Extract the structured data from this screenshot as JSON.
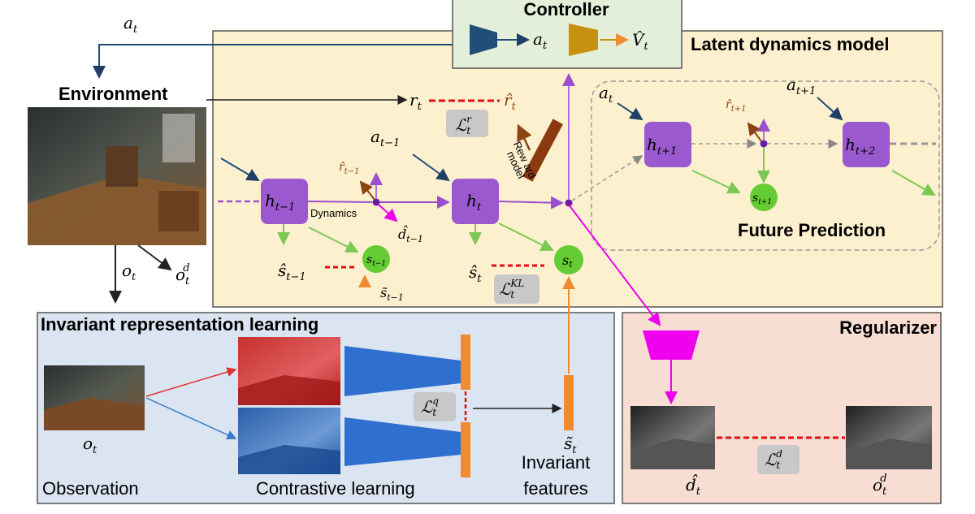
{
  "controller": {
    "title": "Controller",
    "action": "a",
    "action_sub": "t",
    "value": "V̂",
    "value_sub": "t"
  },
  "latent": {
    "title": "Latent dynamics model"
  },
  "environment": {
    "label": "Environment",
    "action": "a",
    "action_sub": "t",
    "obs": "o",
    "obs_sub": "t",
    "depth": "o",
    "depth_sub": "t",
    "depth_sup": "d"
  },
  "nodes": {
    "h_prev": {
      "base": "h",
      "sub": "t−1"
    },
    "h_t": {
      "base": "h",
      "sub": "t"
    },
    "h_next": {
      "base": "h",
      "sub": "t+1"
    },
    "h_next2": {
      "base": "h",
      "sub": "t+2"
    },
    "s_prev": {
      "base": "s",
      "sub": "t−1"
    },
    "s_t": {
      "base": "s",
      "sub": "t"
    },
    "s_next": {
      "base": "s",
      "sub": "t+1"
    }
  },
  "labels": {
    "r_t": {
      "base": "r",
      "sub": "t"
    },
    "r_hat_t": {
      "base": "r̂",
      "sub": "t"
    },
    "r_hat_prev": {
      "base": "r̂",
      "sub": "t−1"
    },
    "r_hat_next": {
      "base": "r̂",
      "sub": "t+1"
    },
    "a_prev": {
      "base": "a",
      "sub": "t−1"
    },
    "a_t_future": {
      "base": "a",
      "sub": "t"
    },
    "a_next": {
      "base": "a",
      "sub": "t+1"
    },
    "d_hat_prev": {
      "base": "d̂",
      "sub": "t−1"
    },
    "s_hat_prev": {
      "base": "ŝ",
      "sub": "t−1"
    },
    "s_hat_t": {
      "base": "ŝ",
      "sub": "t"
    },
    "s_tilde_prev": {
      "base": "s̃",
      "sub": "t−1"
    },
    "s_tilde_t": {
      "base": "s̃",
      "sub": "t"
    },
    "dynamics": "Dynamics",
    "reward_model_1": "Rew ard",
    "reward_model_2": "model",
    "future_prediction": "Future Prediction"
  },
  "losses": {
    "reward": {
      "base": "ℒ",
      "sub": "t",
      "sup": "r"
    },
    "kl": {
      "base": "ℒ",
      "sub": "t",
      "sup": "KL"
    },
    "contrastive": {
      "base": "ℒ",
      "sub": "t",
      "sup": "q"
    },
    "depth": {
      "base": "ℒ",
      "sub": "t",
      "sup": "d"
    }
  },
  "invariant": {
    "title": "Invariant representation learning",
    "obs_base": "o",
    "obs_sub": "t",
    "observation": "Observation",
    "contrastive": "Contrastive learning",
    "features_1": "Invariant",
    "features_2": "features"
  },
  "regularizer": {
    "title": "Regularizer",
    "d_hat": "d̂",
    "d_hat_sub": "t",
    "o": "o",
    "o_sub": "t",
    "o_sup": "d"
  },
  "colors": {
    "latent_bg": "#fdf0cf",
    "invariant_bg": "#dbe4f1",
    "regularizer_bg": "#f7ddd2",
    "controller_bg": "#e3efd9",
    "node_h": "#9b59d0",
    "node_s": "#66cc33",
    "magenta": "#ee00ee",
    "loss_dash": "#e01010",
    "blue_enc": "#2f6fd0",
    "orange_feat": "#f08c30"
  }
}
